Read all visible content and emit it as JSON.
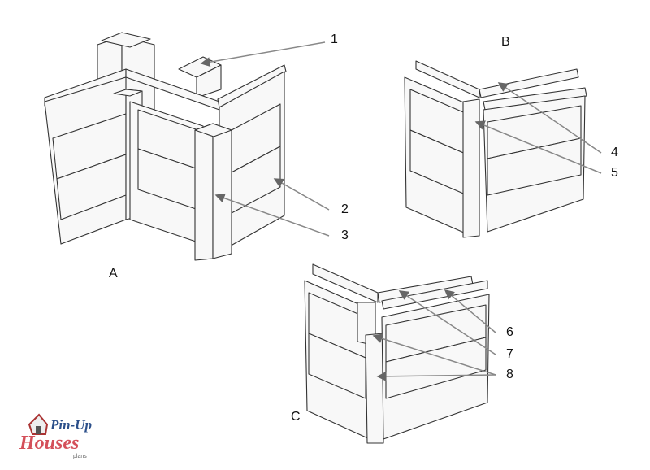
{
  "views": [
    {
      "label": "A"
    },
    {
      "label": "B"
    },
    {
      "label": "C"
    }
  ],
  "callouts": [
    "1",
    "2",
    "3",
    "4",
    "5",
    "6",
    "7",
    "8"
  ],
  "logo": {
    "line1": "Pin-Up",
    "line2": "Houses",
    "line3": "plans"
  },
  "colors": {
    "stroke": "#333333",
    "fill": "#f7f7f7",
    "callout": "#888888",
    "logo_red": "#d4505a",
    "logo_blue": "#2b4f8a"
  }
}
